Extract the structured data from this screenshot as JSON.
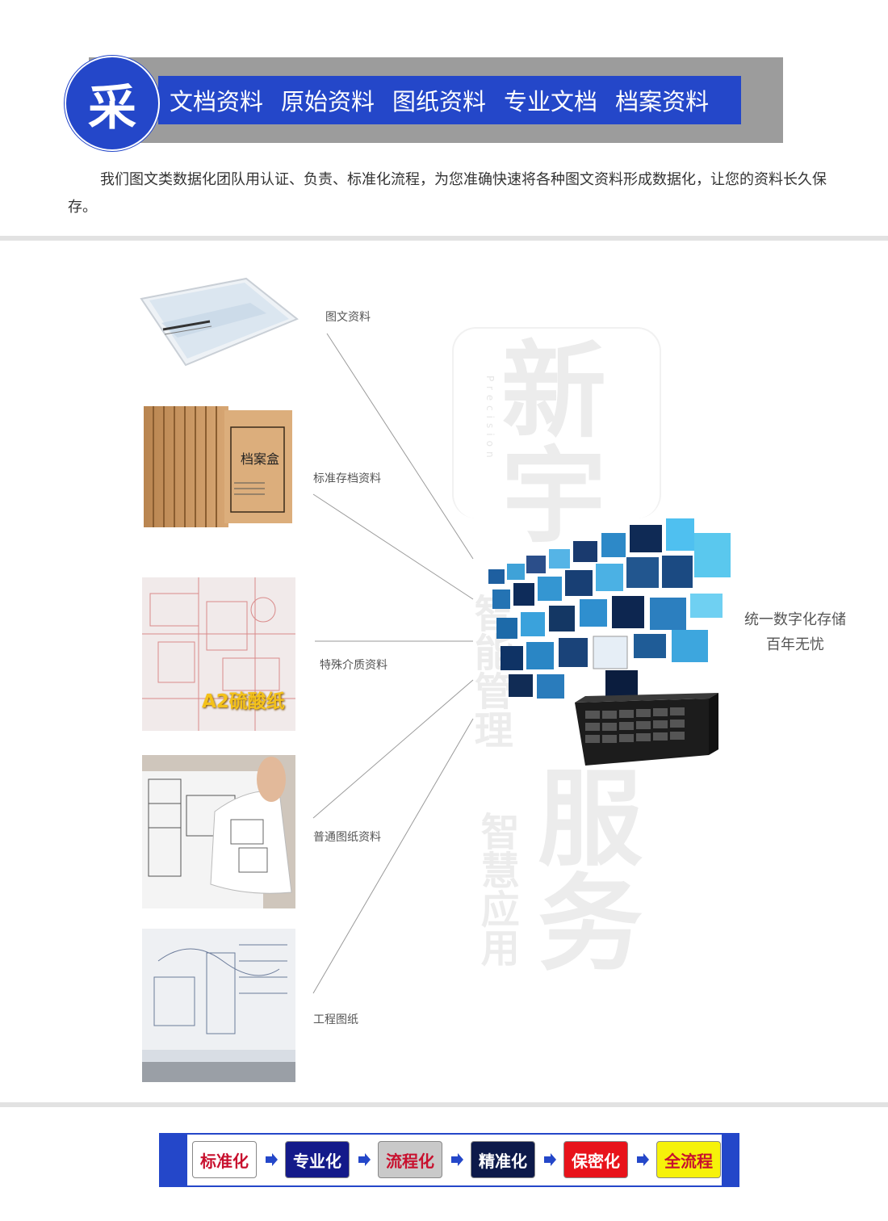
{
  "header": {
    "badge": "采",
    "categories": [
      "文档资料",
      "原始资料",
      "图纸资料",
      "专业文档",
      "档案资料"
    ]
  },
  "intro": {
    "text": "我们图文类数据化团队用认证、负责、标准化流程，为您准确快速将各种图文资料形成数据化，让您的资料长久保存。"
  },
  "materials": [
    {
      "label": "图文资料"
    },
    {
      "label": "标准存档资料",
      "box_title": "档案盒"
    },
    {
      "label": "特殊介质资料",
      "photo_caption": "A2硫酸纸"
    },
    {
      "label": "普通图纸资料"
    },
    {
      "label": "工程图纸"
    }
  ],
  "watermark": {
    "brand": "新宇",
    "latin": "Precision",
    "service": "服务",
    "phrase1": "智能管理",
    "phrase2": "智慧应用"
  },
  "storage": {
    "caption_line1": "统一数字化存储",
    "caption_line2": "百年无忧"
  },
  "process": {
    "steps": [
      {
        "label": "标准化",
        "bg": "#ffffff",
        "color": "#c8102e"
      },
      {
        "label": "专业化",
        "bg": "#141a8a",
        "color": "#ffffff"
      },
      {
        "label": "流程化",
        "bg": "#c9c9c9",
        "color": "#c8102e"
      },
      {
        "label": "精准化",
        "bg": "#0d1a4a",
        "color": "#ffffff"
      },
      {
        "label": "保密化",
        "bg": "#e8131b",
        "color": "#ffffff"
      },
      {
        "label": "全流程",
        "bg": "#f6f20a",
        "color": "#c8102e"
      }
    ]
  },
  "colors": {
    "brand_blue": "#2447c9",
    "header_grey": "#9c9c9c"
  }
}
